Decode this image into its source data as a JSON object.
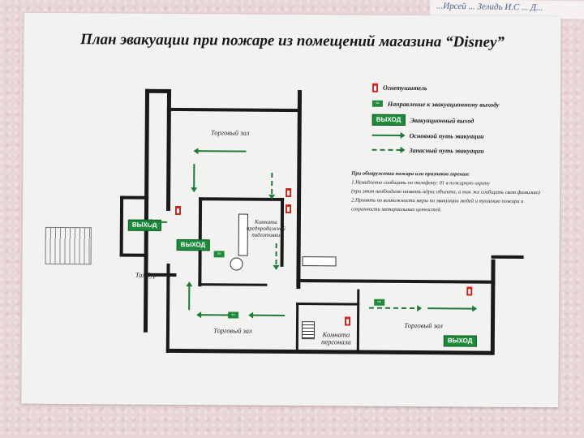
{
  "corner_note": "...Ирсей ... Зелидь И.С ... Д...",
  "poster": {
    "title": "План эвакуации при пожаре из помещений магазина “Disney”",
    "legend": [
      {
        "icon": "fire-extinguisher-icon",
        "label": "Огнетушитель"
      },
      {
        "icon": "evacuation-direction-sign-icon",
        "label": "Направление к эвакуационному выходу"
      },
      {
        "icon": "exit-sign-icon",
        "icon_text": "ВЫХОД",
        "label": "Эвакуационный выход"
      },
      {
        "icon": "solid-arrow-icon",
        "label": "Основной путь эвакуации"
      },
      {
        "icon": "dashed-arrow-icon",
        "label": "Запасный путь эвакуации"
      }
    ],
    "instructions": {
      "heading": "При обнаружении пожара или признаков горения:",
      "lines": [
        "1.Немедленно сообщить по телефону: 01 в пожарную охрану",
        "(при этом необходимо назвать адрес объекта, а так же сообщить свою фамилию)",
        "2.Принять по возможности меры по эвакуации людей и тушению пожара и",
        "сохранности материальных ценностей."
      ]
    },
    "rooms": {
      "sales_hall_top": "Торговый зал",
      "presale_room": "Комната предпродажной подготовки",
      "vestibule": "Тамбур",
      "sales_hall_bottom_left": "Торговый зал",
      "staff_room": "Комната персонала",
      "sales_hall_bottom_right": "Торговый зал"
    },
    "exit_signs": [
      "ВЫХОД",
      "ВЫХОД",
      "ВЫХОД"
    ],
    "colors": {
      "exit_green": "#1e8a3a",
      "extinguisher_red": "#c8281e",
      "wall": "#1a1a1a"
    }
  }
}
